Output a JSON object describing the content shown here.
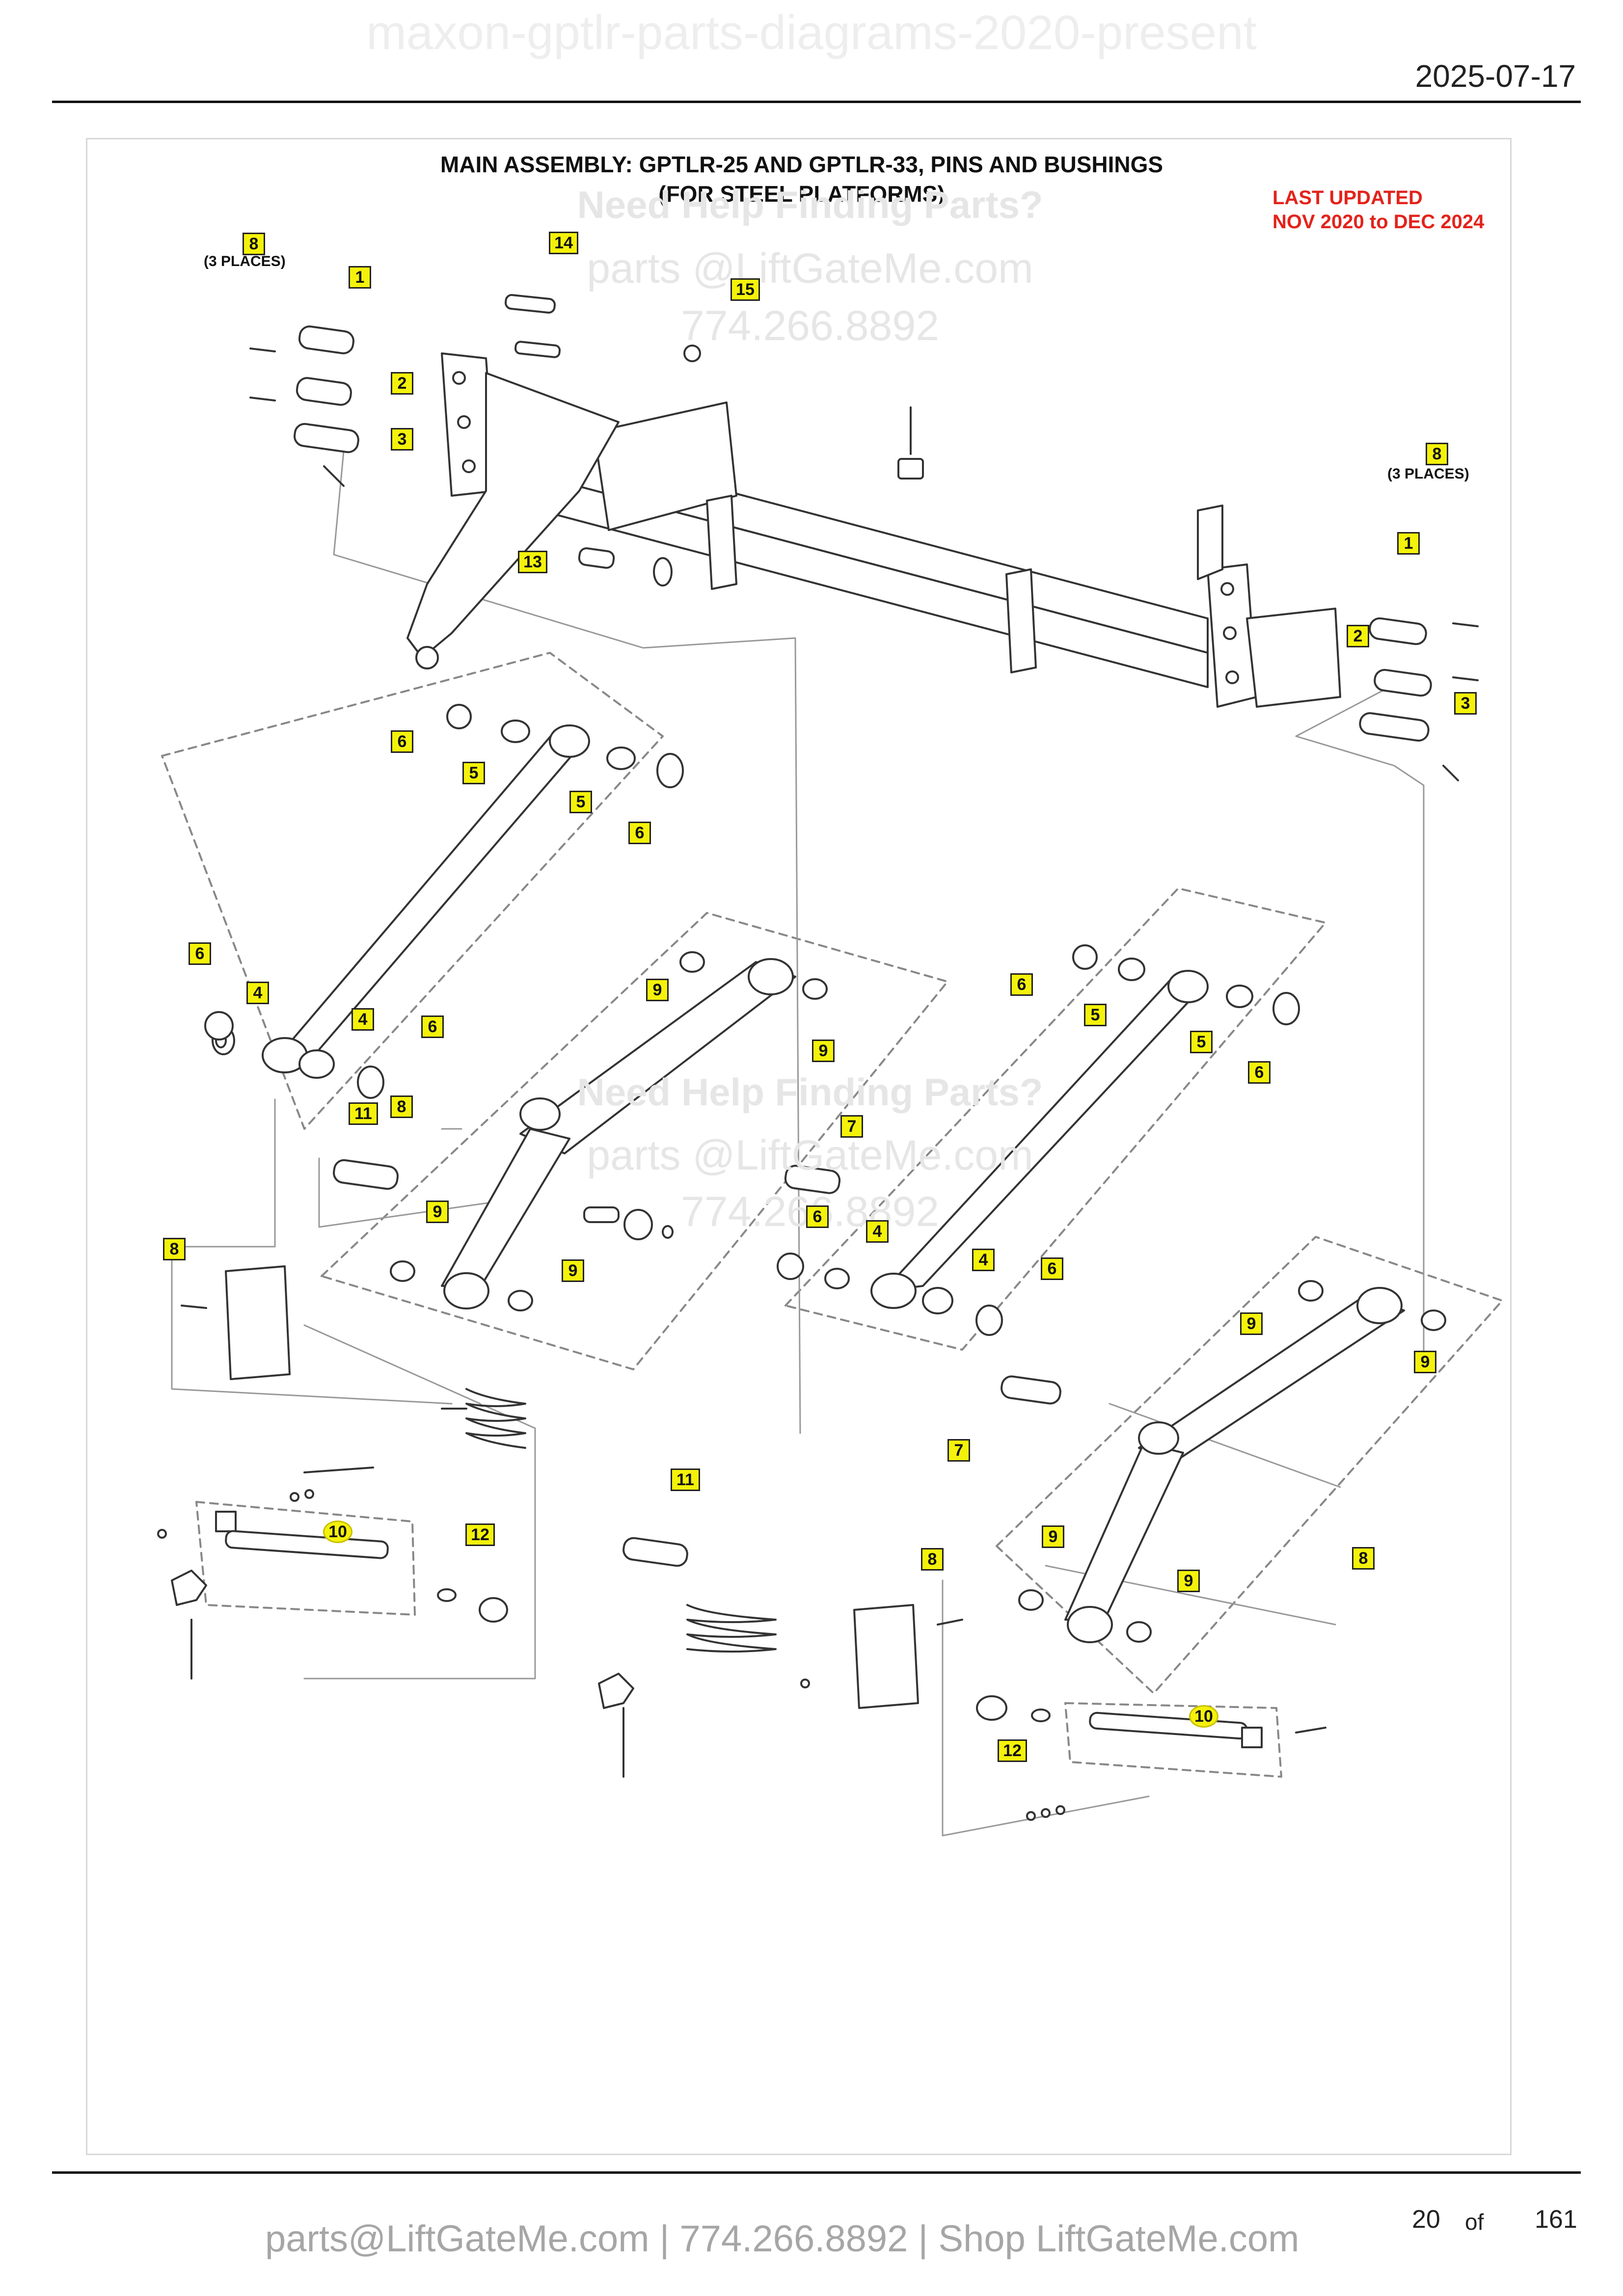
{
  "header": {
    "watermark": "maxon-gptlr-parts-diagrams-2020-present",
    "date": "2025-07-17"
  },
  "diagram": {
    "title_line1": "MAIN ASSEMBLY: GPTLR-25 AND GPTLR-33, PINS AND BUSHINGS",
    "title_line2": "(FOR STEEL PLATFORMS)",
    "last_updated_line1": "LAST UPDATED",
    "last_updated_line2": "NOV 2020 to DEC 2024",
    "places_note": "(3 PLACES)",
    "callout_color": "#f4f20a",
    "watermark": {
      "heading": "Need Help Finding Parts?",
      "email": "parts @LiftGateMe.com",
      "phone": "774.266.8892"
    },
    "callouts": [
      {
        "id": "c8-top-left",
        "label": "8"
      },
      {
        "id": "c14",
        "label": "14"
      },
      {
        "id": "c1-left",
        "label": "1"
      },
      {
        "id": "c15",
        "label": "15"
      },
      {
        "id": "c2-left",
        "label": "2"
      },
      {
        "id": "c3-left",
        "label": "3"
      },
      {
        "id": "c8-top-right",
        "label": "8"
      },
      {
        "id": "c13",
        "label": "13"
      },
      {
        "id": "c1-right",
        "label": "1"
      },
      {
        "id": "c2-right",
        "label": "2"
      },
      {
        "id": "c3-right",
        "label": "3"
      },
      {
        "id": "c6-a",
        "label": "6"
      },
      {
        "id": "c5-a",
        "label": "5"
      },
      {
        "id": "c5-b",
        "label": "5"
      },
      {
        "id": "c6-b",
        "label": "6"
      },
      {
        "id": "c6-c",
        "label": "6"
      },
      {
        "id": "c4-a",
        "label": "4"
      },
      {
        "id": "c4-b",
        "label": "4"
      },
      {
        "id": "c6-d",
        "label": "6"
      },
      {
        "id": "c9-a",
        "label": "9"
      },
      {
        "id": "c9-b",
        "label": "9"
      },
      {
        "id": "c6-e",
        "label": "6"
      },
      {
        "id": "c5-c",
        "label": "5"
      },
      {
        "id": "c5-d",
        "label": "5"
      },
      {
        "id": "c6-f",
        "label": "6"
      },
      {
        "id": "c11-a",
        "label": "11"
      },
      {
        "id": "c8-mid",
        "label": "8"
      },
      {
        "id": "c7-a",
        "label": "7"
      },
      {
        "id": "c6-g",
        "label": "6"
      },
      {
        "id": "c4-c",
        "label": "4"
      },
      {
        "id": "c4-d",
        "label": "4"
      },
      {
        "id": "c6-h",
        "label": "6"
      },
      {
        "id": "c9-c",
        "label": "9"
      },
      {
        "id": "c9-d",
        "label": "9"
      },
      {
        "id": "c8-left",
        "label": "8"
      },
      {
        "id": "c9-e",
        "label": "9"
      },
      {
        "id": "c9-f",
        "label": "9"
      },
      {
        "id": "c7-b",
        "label": "7"
      },
      {
        "id": "c10-a",
        "label": "10"
      },
      {
        "id": "c12-a",
        "label": "12"
      },
      {
        "id": "c11-b",
        "label": "11"
      },
      {
        "id": "c8-bottom-mid",
        "label": "8"
      },
      {
        "id": "c9-g",
        "label": "9"
      },
      {
        "id": "c9-h",
        "label": "9"
      },
      {
        "id": "c8-bottom-right",
        "label": "8"
      },
      {
        "id": "c10-b",
        "label": "10"
      },
      {
        "id": "c12-b",
        "label": "12"
      }
    ]
  },
  "footer": {
    "contact": "parts@LiftGateMe.com | 774.266.8892 | Shop LiftGateMe.com",
    "page_current": "20",
    "page_of": "of",
    "page_total": "161"
  }
}
